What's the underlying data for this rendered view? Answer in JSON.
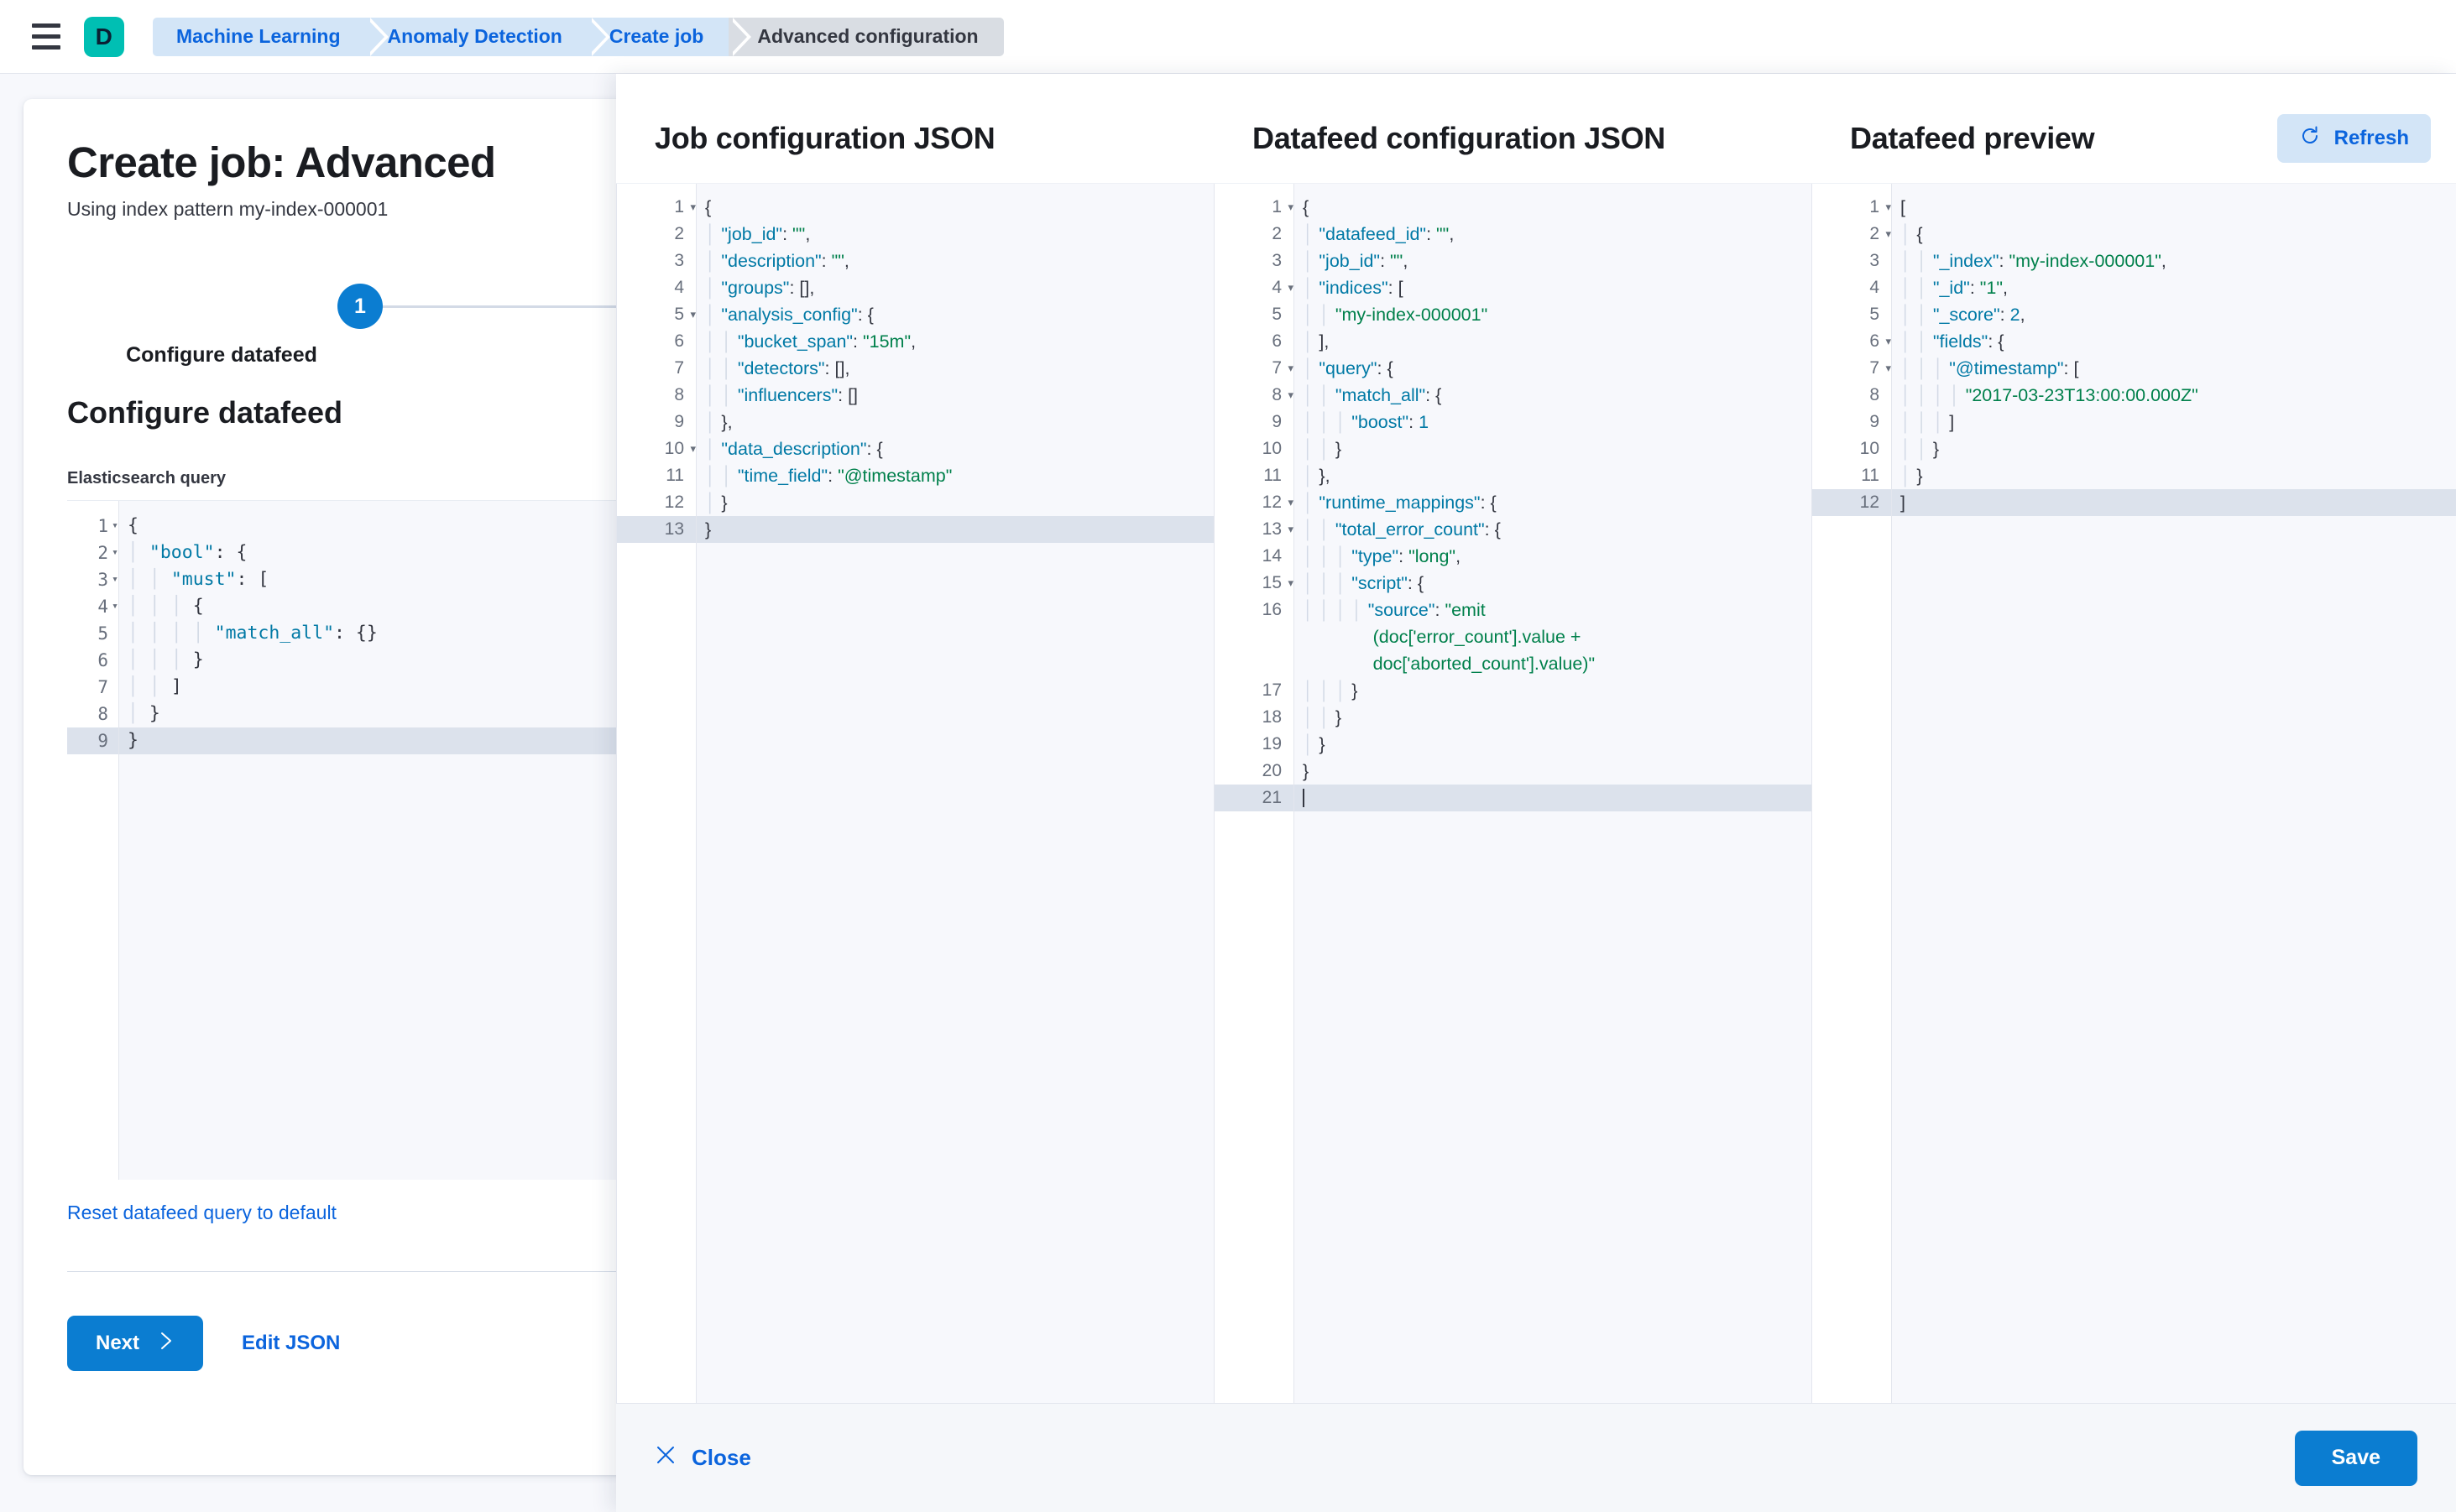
{
  "topbar": {
    "menu_icon": "hamburger-menu-icon",
    "logo_letter": "D",
    "breadcrumbs": [
      {
        "label": "Machine Learning",
        "current": false
      },
      {
        "label": "Anomaly Detection",
        "current": false
      },
      {
        "label": "Create job",
        "current": false
      },
      {
        "label": "Advanced configuration",
        "current": true
      }
    ]
  },
  "page": {
    "title": "Create job: Advanced",
    "subtitle": "Using index pattern my-index-000001",
    "step_number": "1",
    "step_label": "Configure datafeed",
    "section_title": "Configure datafeed",
    "field_label": "Elasticsearch query",
    "reset_link": "Reset datafeed query to default",
    "next_label": "Next",
    "next_icon": "chevron-right-icon",
    "edit_json_label": "Edit JSON",
    "es_query_lines": [
      {
        "n": "1",
        "fold": true,
        "text": "{"
      },
      {
        "n": "2",
        "fold": true,
        "text": "  \"bool\": {"
      },
      {
        "n": "3",
        "fold": true,
        "text": "    \"must\": ["
      },
      {
        "n": "4",
        "fold": true,
        "text": "      {"
      },
      {
        "n": "5",
        "fold": false,
        "text": "        \"match_all\": {}"
      },
      {
        "n": "6",
        "fold": false,
        "text": "      }"
      },
      {
        "n": "7",
        "fold": false,
        "text": "    ]"
      },
      {
        "n": "8",
        "fold": false,
        "text": "  }"
      },
      {
        "n": "9",
        "fold": false,
        "text": "}",
        "active": true
      }
    ]
  },
  "flyout": {
    "panels": [
      {
        "title": "Job configuration JSON",
        "lines": [
          {
            "n": "1",
            "fold": true,
            "text": "{"
          },
          {
            "n": "2",
            "fold": false,
            "text": "  \"job_id\": \"\","
          },
          {
            "n": "3",
            "fold": false,
            "text": "  \"description\": \"\","
          },
          {
            "n": "4",
            "fold": false,
            "text": "  \"groups\": [],"
          },
          {
            "n": "5",
            "fold": true,
            "text": "  \"analysis_config\": {"
          },
          {
            "n": "6",
            "fold": false,
            "text": "    \"bucket_span\": \"15m\","
          },
          {
            "n": "7",
            "fold": false,
            "text": "    \"detectors\": [],"
          },
          {
            "n": "8",
            "fold": false,
            "text": "    \"influencers\": []"
          },
          {
            "n": "9",
            "fold": false,
            "text": "  },"
          },
          {
            "n": "10",
            "fold": true,
            "text": "  \"data_description\": {"
          },
          {
            "n": "11",
            "fold": false,
            "text": "    \"time_field\": \"@timestamp\""
          },
          {
            "n": "12",
            "fold": false,
            "text": "  }"
          },
          {
            "n": "13",
            "fold": false,
            "text": "}",
            "active": true
          }
        ]
      },
      {
        "title": "Datafeed configuration JSON",
        "lines": [
          {
            "n": "1",
            "fold": true,
            "text": "{"
          },
          {
            "n": "2",
            "fold": false,
            "text": "  \"datafeed_id\": \"\","
          },
          {
            "n": "3",
            "fold": false,
            "text": "  \"job_id\": \"\","
          },
          {
            "n": "4",
            "fold": true,
            "text": "  \"indices\": ["
          },
          {
            "n": "5",
            "fold": false,
            "text": "    \"my-index-000001\""
          },
          {
            "n": "6",
            "fold": false,
            "text": "  ],"
          },
          {
            "n": "7",
            "fold": true,
            "text": "  \"query\": {"
          },
          {
            "n": "8",
            "fold": true,
            "text": "    \"match_all\": {"
          },
          {
            "n": "9",
            "fold": false,
            "text": "      \"boost\": 1"
          },
          {
            "n": "10",
            "fold": false,
            "text": "    }"
          },
          {
            "n": "11",
            "fold": false,
            "text": "  },"
          },
          {
            "n": "12",
            "fold": true,
            "text": "  \"runtime_mappings\": {"
          },
          {
            "n": "13",
            "fold": true,
            "text": "    \"total_error_count\": {"
          },
          {
            "n": "14",
            "fold": false,
            "text": "      \"type\": \"long\","
          },
          {
            "n": "15",
            "fold": true,
            "text": "      \"script\": {"
          },
          {
            "n": "16",
            "fold": false,
            "wrap": true,
            "text": "        \"source\": \"emit(doc['error_count'].value + doc['aborted_count'].value)\""
          },
          {
            "n": "17",
            "fold": false,
            "text": "      }"
          },
          {
            "n": "18",
            "fold": false,
            "text": "    }"
          },
          {
            "n": "19",
            "fold": false,
            "text": "  }"
          },
          {
            "n": "20",
            "fold": false,
            "text": "}"
          },
          {
            "n": "21",
            "fold": false,
            "text": "",
            "active": true,
            "cursor": true
          }
        ]
      },
      {
        "title": "Datafeed preview",
        "refresh_label": "Refresh",
        "refresh_icon": "refresh-icon",
        "lines": [
          {
            "n": "1",
            "fold": true,
            "text": "["
          },
          {
            "n": "2",
            "fold": true,
            "text": "  {"
          },
          {
            "n": "3",
            "fold": false,
            "text": "    \"_index\": \"my-index-000001\","
          },
          {
            "n": "4",
            "fold": false,
            "text": "    \"_id\": \"1\","
          },
          {
            "n": "5",
            "fold": false,
            "text": "    \"_score\": 2,"
          },
          {
            "n": "6",
            "fold": true,
            "text": "    \"fields\": {"
          },
          {
            "n": "7",
            "fold": true,
            "text": "      \"@timestamp\": ["
          },
          {
            "n": "8",
            "fold": false,
            "text": "        \"2017-03-23T13:00:00.000Z\""
          },
          {
            "n": "9",
            "fold": false,
            "text": "      ]"
          },
          {
            "n": "10",
            "fold": false,
            "text": "    }"
          },
          {
            "n": "11",
            "fold": false,
            "text": "  }"
          },
          {
            "n": "12",
            "fold": false,
            "text": "]",
            "active": true
          }
        ]
      }
    ],
    "footer": {
      "close_label": "Close",
      "close_icon": "close-x-icon",
      "save_label": "Save"
    }
  },
  "colors": {
    "primary_blue": "#0B7DD1",
    "link_blue": "#0B64DD",
    "brand_teal": "#00BFB3",
    "json_key": "#0079A5",
    "json_string": "#00804B",
    "active_line": "#DCE2EC"
  }
}
